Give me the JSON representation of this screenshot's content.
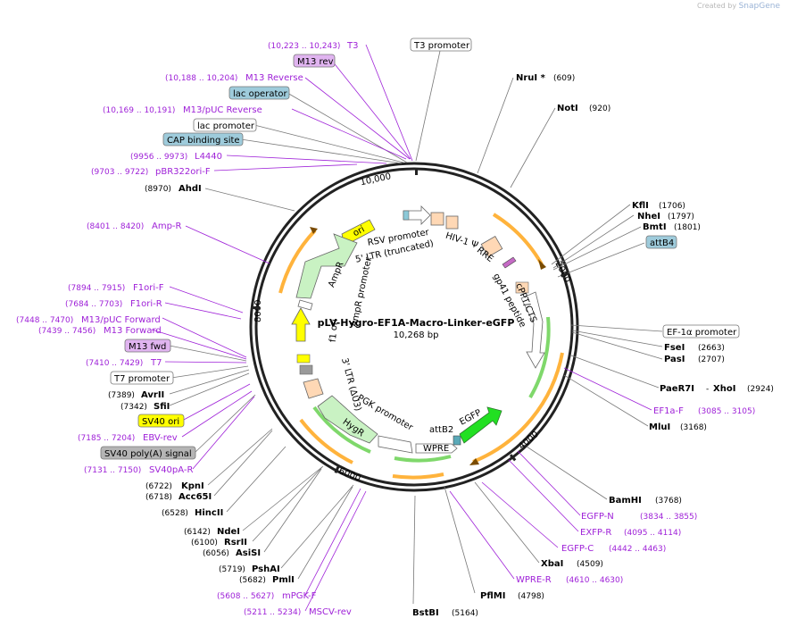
{
  "branding": {
    "created_by": "Created by",
    "app": "SnapGene"
  },
  "plasmid": {
    "name": "pLV-Hygro-EF1A-Macro-Linker-eGFP",
    "size": "10,268 bp"
  },
  "colors": {
    "backbone": "#222222",
    "primer": "#9f22d8",
    "enzyme_line": "#707070",
    "orange": "#ffb33c",
    "green": "#c9f2c3",
    "bright_green": "#22e022",
    "yellow": "#ffff00"
  },
  "ticks": {
    "t10000": "10,000",
    "t2000": "2000",
    "t4000": "4000",
    "t6000": "6000",
    "t8000": "8000"
  },
  "boxed_labels": {
    "t3_promoter": "T3 promoter",
    "m13_rev": "M13 rev",
    "lac_operator": "lac operator",
    "lac_promoter": "lac promoter",
    "cap_site": "CAP binding site",
    "attb4": "attB4",
    "ef1a_promoter": "EF-1α promoter",
    "m13_fwd": "M13 fwd",
    "t7_promoter": "T7 promoter",
    "sv40_ori": "SV40 ori",
    "sv40_polya": "SV40 poly(A) signal"
  },
  "primers": {
    "t3": {
      "name": "T3",
      "range": "(10,223 .. 10,243)"
    },
    "m13_reverse": {
      "name": "M13 Reverse",
      "range": "(10,188 .. 10,204)"
    },
    "m13_puc_reverse": {
      "name": "M13/pUC Reverse",
      "range": "(10,169 .. 10,191)"
    },
    "l4440": {
      "name": "L4440",
      "range": "(9956 .. 9973)"
    },
    "pbr322ori": {
      "name": "pBR322ori-F",
      "range": "(9703 .. 9722)"
    },
    "amp_r": {
      "name": "Amp-R",
      "range": "(8401 .. 8420)"
    },
    "f1ori_f": {
      "name": "F1ori-F",
      "range": "(7894 .. 7915)"
    },
    "f1ori_r": {
      "name": "F1ori-R",
      "range": "(7684 .. 7703)"
    },
    "m13_puc_forward": {
      "name": "M13/pUC Forward",
      "range": "(7448 .. 7470)"
    },
    "m13_forward": {
      "name": "M13 Forward",
      "range": "(7439 .. 7456)"
    },
    "t7": {
      "name": "T7",
      "range": "(7410 .. 7429)"
    },
    "ebv_rev": {
      "name": "EBV-rev",
      "range": "(7185 .. 7204)"
    },
    "sv40pa_r": {
      "name": "SV40pA-R",
      "range": "(7131 .. 7150)"
    },
    "ef1a_f": {
      "name": "EF1a-F",
      "range": "(3085 .. 3105)"
    },
    "egfp_n": {
      "name": "EGFP-N",
      "range": "(3834 .. 3855)"
    },
    "exfp_r": {
      "name": "EXFP-R",
      "range": "(4095 .. 4114)"
    },
    "egfp_c": {
      "name": "EGFP-C",
      "range": "(4442 .. 4463)"
    },
    "wpre_r": {
      "name": "WPRE-R",
      "range": "(4610 .. 4630)"
    },
    "mpgk_f": {
      "name": "mPGK-F",
      "range": "(5608 .. 5627)"
    },
    "mscv_rev": {
      "name": "MSCV-rev",
      "range": "(5211 .. 5234)"
    }
  },
  "enzymes": {
    "ahdi": {
      "name": "AhdI",
      "pos": "(8970)"
    },
    "avrii": {
      "name": "AvrII",
      "pos": "(7389)"
    },
    "sfii": {
      "name": "SfiI",
      "pos": "(7342)"
    },
    "kpni": {
      "name": "KpnI",
      "pos": "(6722)"
    },
    "acc65i": {
      "name": "Acc65I",
      "pos": "(6718)"
    },
    "hincii": {
      "name": "HincII",
      "pos": "(6528)"
    },
    "ndei": {
      "name": "NdeI",
      "pos": "(6142)"
    },
    "rsrii": {
      "name": "RsrII",
      "pos": "(6100)"
    },
    "asisi": {
      "name": "AsiSI",
      "pos": "(6056)"
    },
    "pshai": {
      "name": "PshAI",
      "pos": "(5719)"
    },
    "pmli": {
      "name": "PmlI",
      "pos": "(5682)"
    },
    "nrui": {
      "name": "NruI *",
      "pos": "(609)"
    },
    "noti": {
      "name": "NotI",
      "pos": "(920)"
    },
    "kfli": {
      "name": "KflI",
      "pos": "(1706)"
    },
    "nhei": {
      "name": "NheI",
      "pos": "(1797)"
    },
    "bmti": {
      "name": "BmtI",
      "pos": "(1801)"
    },
    "fsei": {
      "name": "FseI",
      "pos": "(2663)"
    },
    "pasi": {
      "name": "PasI",
      "pos": "(2707)"
    },
    "paer7i": {
      "name": "PaeR7I",
      "pos": "(2924)"
    },
    "xhoi": {
      "name": "XhoI",
      "sep": "-"
    },
    "mlui": {
      "name": "MluI",
      "pos": "(3168)"
    },
    "bamhi": {
      "name": "BamHI",
      "pos": "(3768)"
    },
    "xbai": {
      "name": "XbaI",
      "pos": "(4509)"
    },
    "pflmi": {
      "name": "PflMI",
      "pos": "(4798)"
    },
    "bstbi": {
      "name": "BstBI",
      "pos": "(5164)"
    }
  },
  "features": {
    "rsv_promoter": "RSV promoter",
    "ltr5": "5' LTR (truncated)",
    "hiv_psi": "HIV-1 Ψ",
    "rre": "RRE",
    "gp41": "gp41 peptide",
    "cppt": "cPPT/CTS",
    "ori": "ori",
    "ampr": "AmpR",
    "amp_promoter": "AmpR promoter",
    "f1_ori": "f1 ori",
    "ltr3": "3' LTR (ΔU3)",
    "pgk_promoter": "PGK promoter",
    "hygr": "HygR",
    "attb2": "attB2",
    "egfp": "EGFP",
    "wpre": "WPRE"
  }
}
